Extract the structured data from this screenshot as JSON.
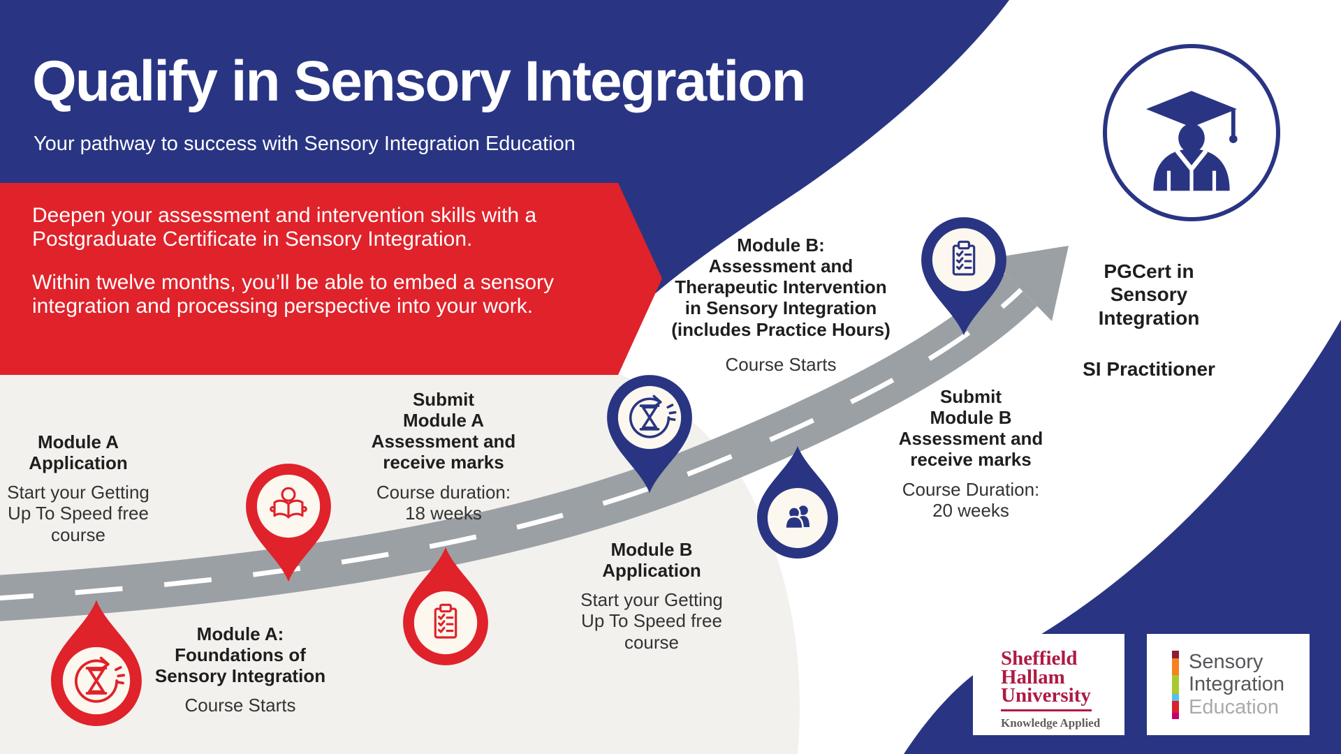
{
  "header": {
    "title": "Qualify in Sensory Integration",
    "subtitle": "Your pathway to success with Sensory Integration Education"
  },
  "banner": {
    "paragraph1": "Deepen your assessment and intervention skills with a\nPostgraduate Certificate in Sensory Integration.",
    "paragraph2": "Within twelve months, you’ll be able to embed a sensory\nintegration and processing perspective into your work."
  },
  "milestones": [
    {
      "id": "module-a-application",
      "icon": "hourglass-refresh-icon",
      "pin_color": "red",
      "pin_style": "drop-point-up",
      "title": "Module A\nApplication",
      "description": "Start your Getting\nUp To Speed free\ncourse"
    },
    {
      "id": "module-a-course-start",
      "icon": "reading-person-icon",
      "pin_color": "red",
      "pin_style": "pin-point-down",
      "title": "Module A:\nFoundations of\nSensory Integration",
      "description": "Course Starts"
    },
    {
      "id": "submit-module-a",
      "icon": "clipboard-checklist-icon",
      "pin_color": "red",
      "pin_style": "drop-point-up",
      "title": "Submit\nModule A\nAssessment and\nreceive marks",
      "description": "Course duration:\n18 weeks"
    },
    {
      "id": "module-b-application",
      "icon": "hourglass-refresh-icon",
      "pin_color": "blue",
      "pin_style": "pin-point-down",
      "title": "Module B\nApplication",
      "description": "Start your Getting\nUp To Speed free\ncourse"
    },
    {
      "id": "module-b-course-start",
      "icon": "people-icon",
      "pin_color": "blue",
      "pin_style": "drop-point-up",
      "title": "Module B:\nAssessment and\nTherapeutic Intervention\nin Sensory Integration\n(includes Practice Hours)",
      "description": "Course Starts"
    },
    {
      "id": "submit-module-b",
      "icon": "clipboard-checklist-icon",
      "pin_color": "blue",
      "pin_style": "pin-point-down",
      "title": "Submit\nModule B\nAssessment and\nreceive marks",
      "description": "Course Duration:\n20 weeks"
    }
  ],
  "outcome": {
    "icon": "graduate-icon",
    "title": "PGCert in\nSensory\nIntegration",
    "practitioner": "SI Practitioner"
  },
  "logos": {
    "shu": {
      "line1": "Sheffield",
      "line2": "Hallam",
      "line3": "University",
      "tagline": "Knowledge Applied"
    },
    "sie": {
      "line1": "Sensory",
      "line2": "Integration",
      "line3": "Education",
      "bar": [
        {
          "color": "#8E1B37",
          "h": 11
        },
        {
          "color": "#F58220",
          "h": 24
        },
        {
          "color": "#AAC92D",
          "h": 27
        },
        {
          "color": "#56C1E9",
          "h": 10
        },
        {
          "color": "#D8232A",
          "h": 17
        },
        {
          "color": "#C40070",
          "h": 9
        }
      ]
    }
  },
  "colors": {
    "navy": "#293583",
    "red": "#E0222A",
    "road": "#9BA0A4",
    "pin_inner": "#FCF7EF",
    "content_bg": "#F2F1EE",
    "text_dark": "#231F20",
    "shu_crimson": "#AE1A42",
    "shu_tagline": "#615E57",
    "sie_text_dark": "#54565A",
    "sie_text_light": "#A8AAAD"
  }
}
